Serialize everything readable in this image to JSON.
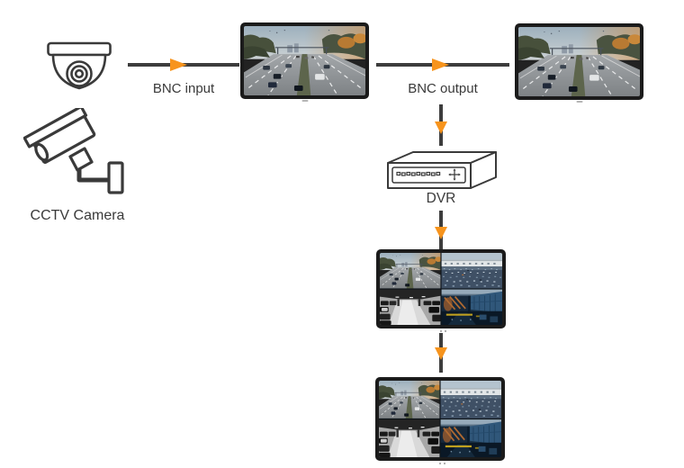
{
  "diagram": {
    "title": "CCTV DVR connection diagram",
    "nodes": [
      {
        "id": "camera-group",
        "label": "CCTV Camera",
        "icons": [
          "dome-camera-icon",
          "bullet-camera-icon"
        ]
      },
      {
        "id": "monitor-1",
        "label": "",
        "icon": "monitor-traffic-icon"
      },
      {
        "id": "monitor-2",
        "label": "",
        "icon": "monitor-traffic-icon"
      },
      {
        "id": "dvr",
        "label": "DVR",
        "icon": "dvr-icon"
      },
      {
        "id": "quad-monitor-1",
        "label": "",
        "icon": "monitor-quad-split-icon"
      },
      {
        "id": "quad-monitor-2",
        "label": "",
        "icon": "monitor-quad-split-icon"
      }
    ],
    "edges": [
      {
        "from": "camera-group",
        "to": "monitor-1",
        "label": "BNC input",
        "direction": "right"
      },
      {
        "from": "monitor-1",
        "to": "monitor-2",
        "label": "BNC output",
        "direction": "right"
      },
      {
        "from": "monitor-2",
        "to": "dvr",
        "label": "",
        "direction": "down"
      },
      {
        "from": "dvr",
        "to": "quad-monitor-1",
        "label": "",
        "direction": "down"
      },
      {
        "from": "quad-monitor-1",
        "to": "quad-monitor-2",
        "label": "",
        "direction": "down"
      }
    ],
    "quad_view_feeds": [
      "highway traffic",
      "parking lot with building",
      "parking garage (grayscale)",
      "industrial loading area (blue)"
    ]
  },
  "colors": {
    "background": "#ffffff",
    "accent_orange": "#f7941d",
    "connector_dark": "#3d3d3d",
    "icon_stroke": "#3a3a3a",
    "label_color": "#3a3a3a",
    "monitor_frame": "#1b1b1b"
  }
}
